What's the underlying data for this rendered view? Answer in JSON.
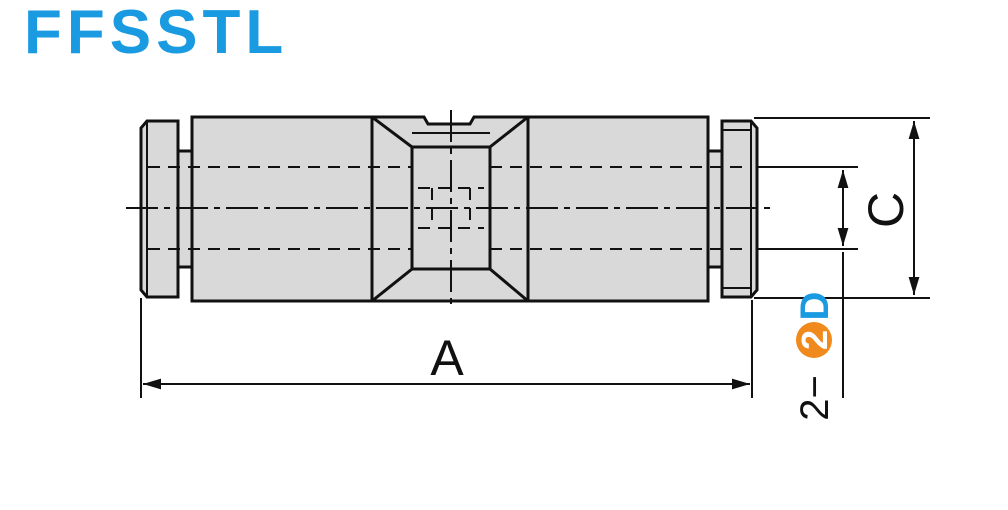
{
  "header": {
    "title": "FFSSTL"
  },
  "dimensions": {
    "length_label": "A",
    "height_label": "C",
    "port_prefix": "2−",
    "port_number": "2",
    "port_label": "D"
  },
  "colors": {
    "title": "#1a9ae0",
    "badge": "#f08a1c",
    "port_label": "#1a9ae0",
    "body_fill": "#d9d9d9"
  }
}
